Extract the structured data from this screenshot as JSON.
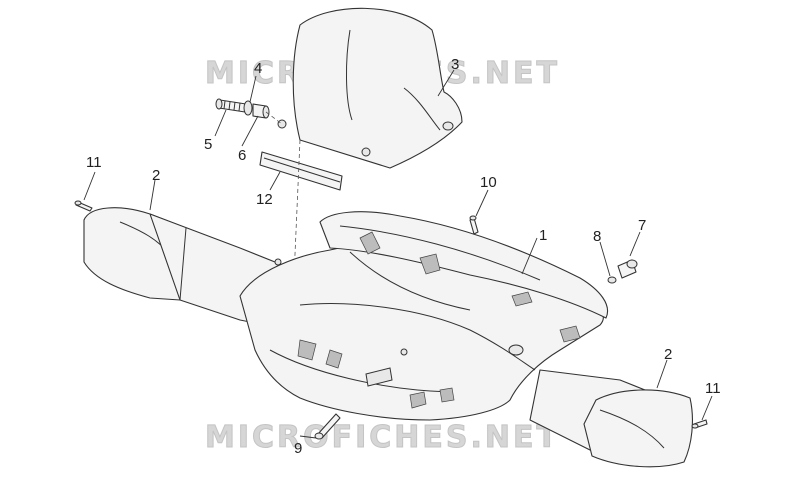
{
  "watermark": "MICROFICHES.NET",
  "callouts": [
    {
      "id": "c1",
      "text": "1"
    },
    {
      "id": "c2a",
      "text": "2"
    },
    {
      "id": "c2b",
      "text": "2"
    },
    {
      "id": "c3",
      "text": "3"
    },
    {
      "id": "c4",
      "text": "4"
    },
    {
      "id": "c5",
      "text": "5"
    },
    {
      "id": "c6",
      "text": "6"
    },
    {
      "id": "c7",
      "text": "7"
    },
    {
      "id": "c8",
      "text": "8"
    },
    {
      "id": "c9",
      "text": "9"
    },
    {
      "id": "c10",
      "text": "10"
    },
    {
      "id": "c11a",
      "text": "11"
    },
    {
      "id": "c11b",
      "text": "11"
    },
    {
      "id": "c12",
      "text": "12"
    }
  ]
}
